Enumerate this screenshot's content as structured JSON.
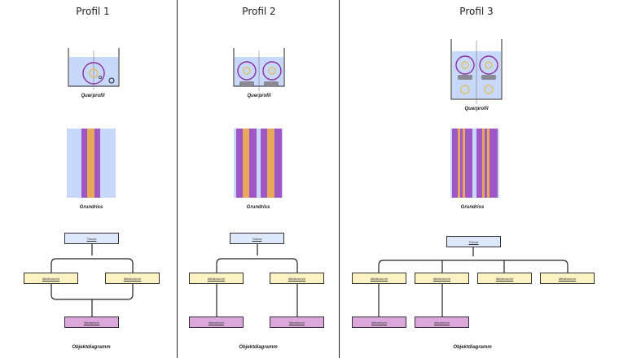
{
  "profiles": [
    {
      "title": "Profil 1",
      "cross_section_label": "Querprofil",
      "plan_label": "Grundriss",
      "diagram_label": "Objektdiagramm",
      "nodes": {
        "root": "Trasse",
        "media": [
          "Mediumrohr",
          "Mediumrohr"
        ],
        "jackets": [
          "Mantelrohr"
        ]
      }
    },
    {
      "title": "Profil 2",
      "cross_section_label": "Querprofil",
      "plan_label": "Grundriss",
      "diagram_label": "Objektdiagramm",
      "nodes": {
        "root": "Trasse",
        "media": [
          "Mediumrohr",
          "Mediumrohr"
        ],
        "jackets": [
          "Mantelrohr",
          "Mantelrohr"
        ]
      }
    },
    {
      "title": "Profil 3",
      "cross_section_label": "Querprofil",
      "plan_label": "Grundriss",
      "diagram_label": "Objektdiagramm",
      "nodes": {
        "root": "Trasse",
        "media": [
          "Mediumrohr",
          "Mediumrohr",
          "Mediumrohr",
          "Mediumrohr"
        ],
        "jackets": [
          "Mantelrohr",
          "Mantelrohr"
        ]
      }
    }
  ],
  "colors": {
    "water": "#c8d8fa",
    "jacket_purple": "#9e57c4",
    "medium_orange": "#e8a85a",
    "node_trasse": "#dde8fb",
    "node_medium": "#fbf3c4",
    "node_mantel": "#dca8dc"
  }
}
